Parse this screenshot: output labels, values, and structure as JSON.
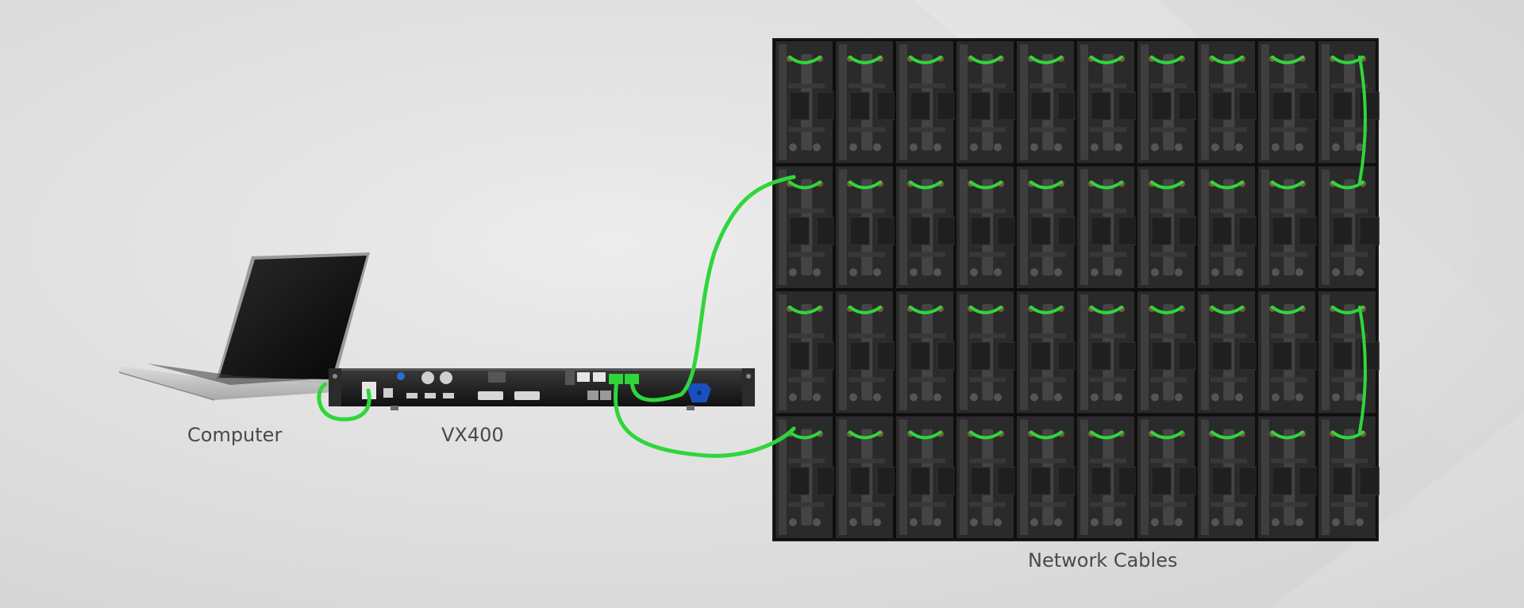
{
  "labels": {
    "computer": "Computer",
    "controller": "VX400",
    "network_cables": "Network Cables"
  },
  "wall": {
    "rows": 4,
    "cols": 10
  },
  "colors": {
    "cable": "#2fd63b",
    "background": "#e2e2e2",
    "cabinet": "#262626",
    "label": "#4a4a4a"
  },
  "icons": [
    "laptop-icon",
    "controller-icon",
    "led-wall-icon"
  ]
}
